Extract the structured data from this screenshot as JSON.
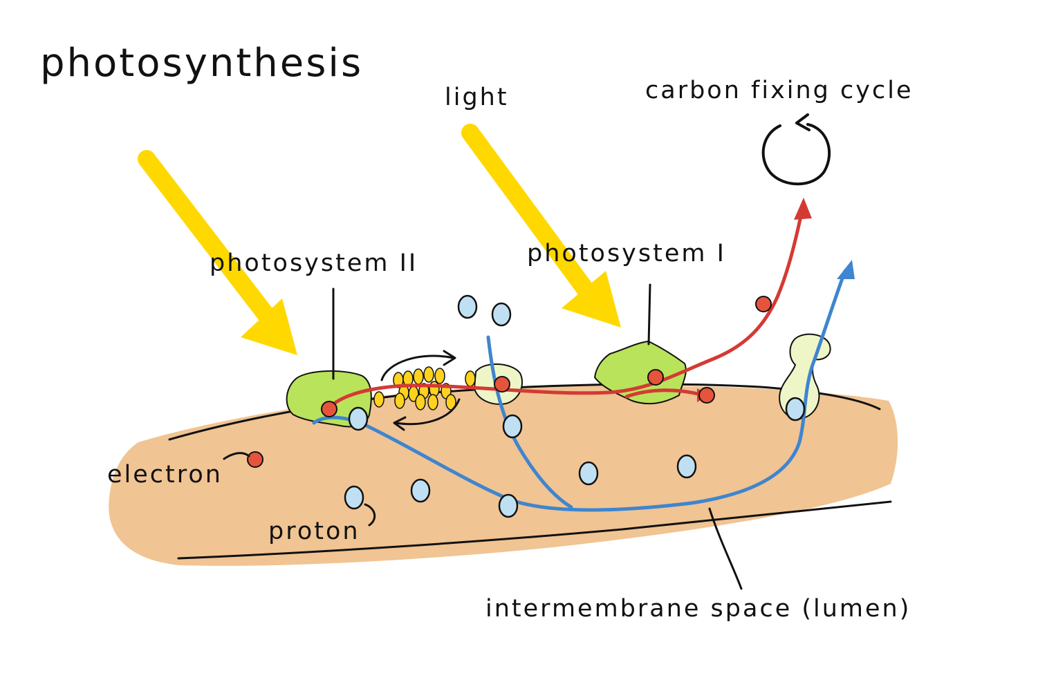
{
  "title": "photosynthesis",
  "labels": {
    "light": "light",
    "carbon_cycle": "carbon fixing cycle",
    "photosystem_2": "photosystem II",
    "photosystem_1": "photosystem I",
    "electron": "electron",
    "proton": "proton",
    "lumen": "intermembrane space (lumen)"
  },
  "colors": {
    "membrane": "#f0c493",
    "light_beam": "#ffd800",
    "photosystem": "#b9e35a",
    "complex_pale": "#eef6c8",
    "electron": "#e6543c",
    "electron_path": "#d43a34",
    "proton": "#bfe0f2",
    "proton_path": "#3f85cf",
    "plastoquinone": "#ffd21f",
    "ink": "#111111"
  },
  "icons": {
    "cycle": "circular-arrow-icon",
    "light": "light-beam-arrow"
  }
}
